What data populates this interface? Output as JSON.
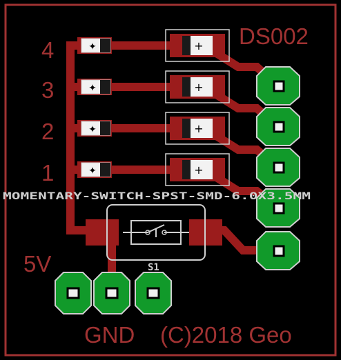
{
  "labels": {
    "designator": "DS002",
    "row4": "4",
    "row3": "3",
    "row2": "2",
    "row1": "1",
    "voltage": "5V",
    "switch_part": "MOMENTARY-SWITCH-SPST-SMD-6.0X3.5MM",
    "switch_ref": "S1",
    "ground": "GND",
    "copyright": "(C)2018 Geo"
  },
  "colors": {
    "background": "#000000",
    "copper": "#9b1c1c",
    "outline": "#a03232",
    "silkscreen": "#cfcfcf",
    "pad_green": "#119a2a",
    "pad_white": "#f0f0f0"
  }
}
